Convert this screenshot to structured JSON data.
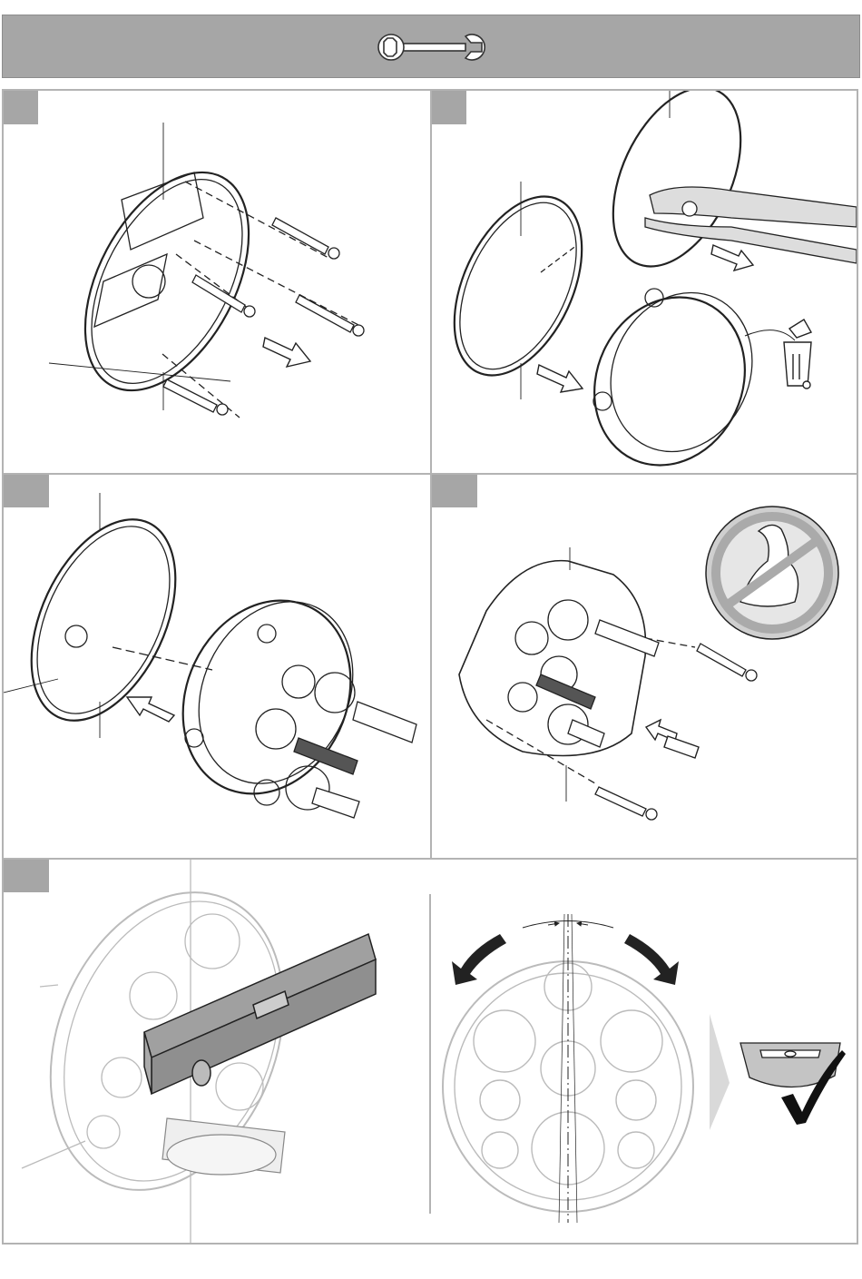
{
  "header": {
    "icon": "wrench-icon",
    "background_color": "#a6a6a6"
  },
  "steps": [
    {
      "id": 1,
      "content": "remove-screws-and-cover",
      "tab_color": "#a6a6a6"
    },
    {
      "id": 2,
      "content": "cut-plaster-guard-and-discard",
      "tab_color": "#a6a6a6"
    },
    {
      "id": 3,
      "content": "insert-valve-body-into-housing",
      "tab_color": "#a6a6a6"
    },
    {
      "id": 4,
      "content": "fix-with-screws-no-force",
      "tab_color": "#a6a6a6"
    },
    {
      "id": 5,
      "content": "align-with-spirit-level",
      "tab_color": "#a6a6a6"
    },
    {
      "id": 6,
      "content": "rotate-to-level-check",
      "tab_color": "#a6a6a6"
    }
  ],
  "icons": [
    "wrench-icon",
    "screw-icon",
    "arrow-icon",
    "pliers-icon",
    "trash-bin-icon",
    "no-force-icon",
    "spirit-level-icon",
    "rotate-arrow-icon",
    "checkmark-icon"
  ]
}
